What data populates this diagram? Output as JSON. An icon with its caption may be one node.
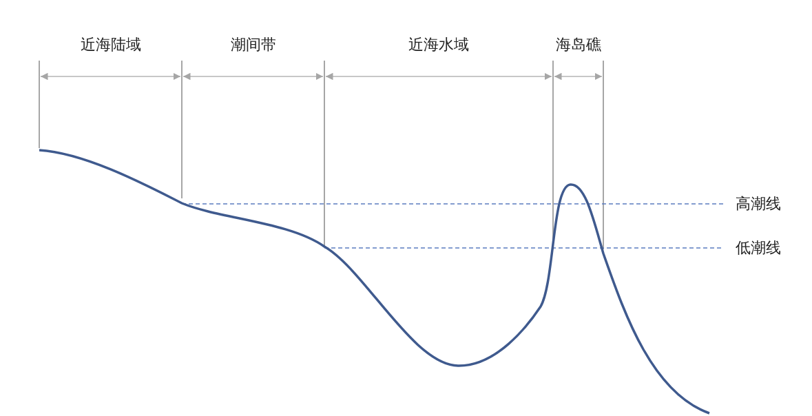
{
  "diagram": {
    "labels": [
      "近海陆域",
      "潮间带",
      "近海水域",
      "海岛礁",
      "高潮线",
      "低潮线"
    ]
  }
}
